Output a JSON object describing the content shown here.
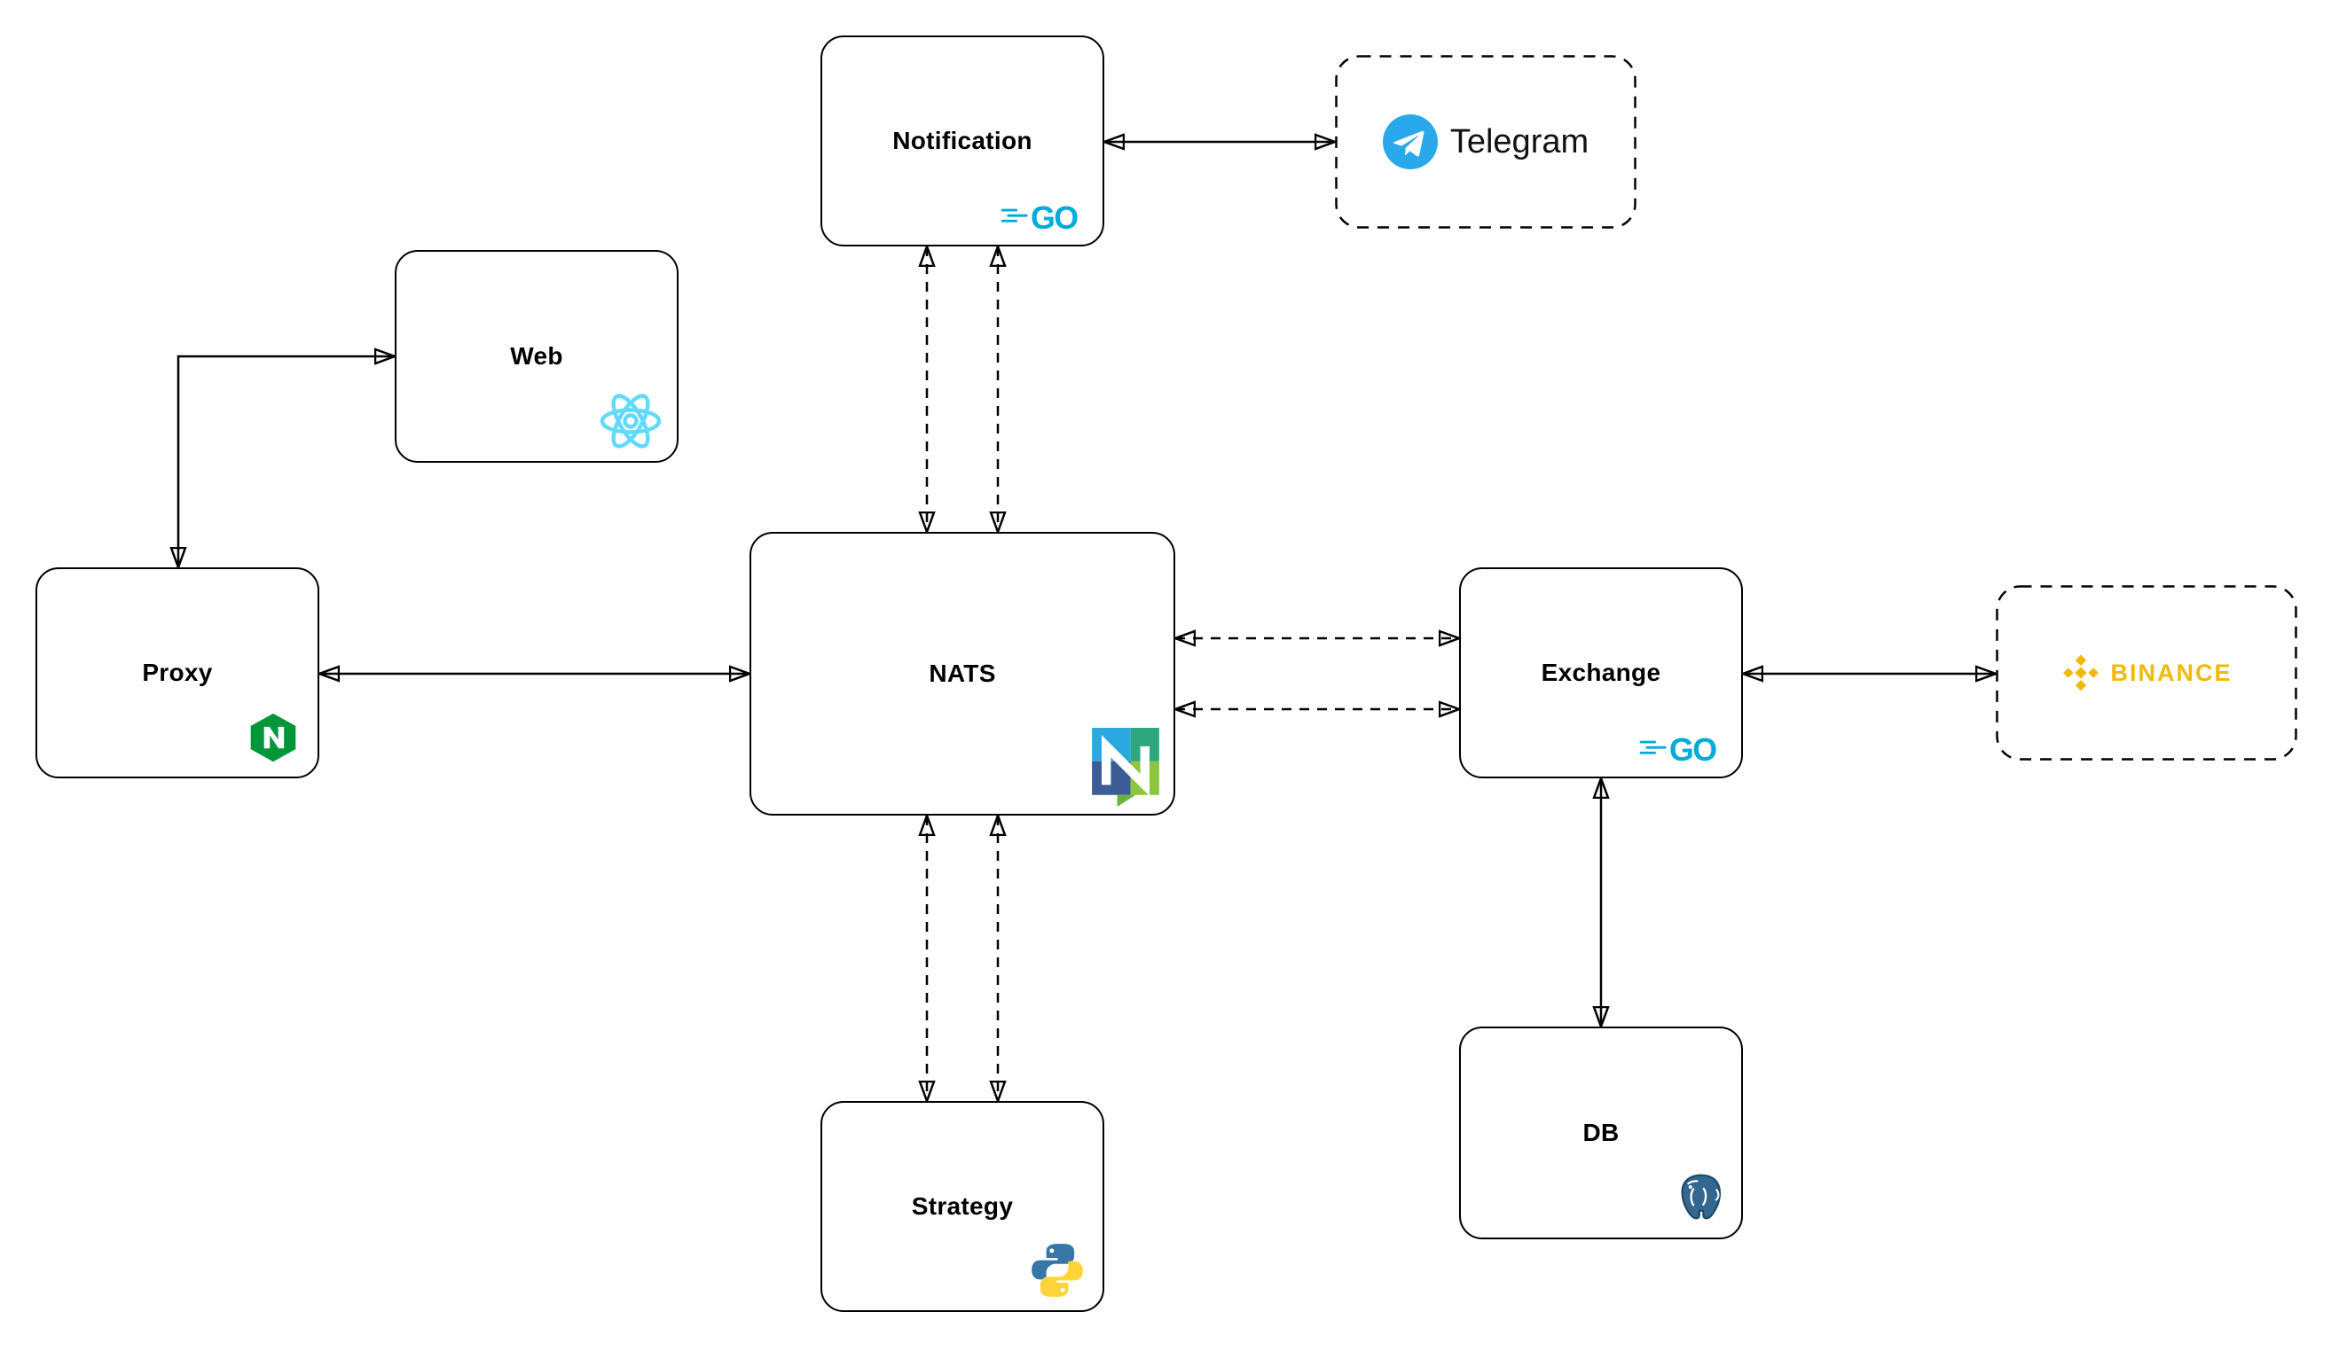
{
  "diagram": {
    "background": "#ffffff",
    "line_color": "#000000",
    "nodes": {
      "notification": {
        "label": "Notification",
        "icon": "go-icon",
        "border": "solid"
      },
      "telegram": {
        "label": "Telegram",
        "icon": "telegram-icon",
        "border": "dashed"
      },
      "web": {
        "label": "Web",
        "icon": "react-icon",
        "border": "solid"
      },
      "proxy": {
        "label": "Proxy",
        "icon": "nginx-icon",
        "border": "solid"
      },
      "nats": {
        "label": "NATS",
        "icon": "nats-icon",
        "border": "solid"
      },
      "exchange": {
        "label": "Exchange",
        "icon": "go-icon",
        "border": "solid"
      },
      "binance": {
        "label": "BINANCE",
        "icon": "binance-icon",
        "border": "dashed"
      },
      "strategy": {
        "label": "Strategy",
        "icon": "python-icon",
        "border": "solid"
      },
      "db": {
        "label": "DB",
        "icon": "postgresql-icon",
        "border": "solid"
      }
    },
    "edges": [
      {
        "from": "Notification",
        "to": "Telegram",
        "style": "solid",
        "arrows": "both",
        "lines": 1
      },
      {
        "from": "Notification",
        "to": "NATS",
        "style": "dashed",
        "arrows": "both",
        "lines": 2
      },
      {
        "from": "Web",
        "to": "Proxy",
        "style": "solid",
        "arrows": "both",
        "lines": 1,
        "shape": "elbow"
      },
      {
        "from": "Proxy",
        "to": "NATS",
        "style": "solid",
        "arrows": "both",
        "lines": 1
      },
      {
        "from": "NATS",
        "to": "Exchange",
        "style": "dashed",
        "arrows": "both",
        "lines": 2
      },
      {
        "from": "Exchange",
        "to": "BINANCE",
        "style": "solid",
        "arrows": "both",
        "lines": 1
      },
      {
        "from": "Exchange",
        "to": "DB",
        "style": "solid",
        "arrows": "both",
        "lines": 1
      },
      {
        "from": "NATS",
        "to": "Strategy",
        "style": "dashed",
        "arrows": "both",
        "lines": 2
      }
    ],
    "brand_colors": {
      "go": "#00ACD7",
      "react": "#61DAFB",
      "nginx": "#009639",
      "nats_blue": "#2CA9E1",
      "nats_teal": "#2FA77D",
      "nats_dark_blue": "#3B5C94",
      "nats_light_green": "#8CC63F",
      "nats_tail_green": "#6CB33E",
      "python_blue": "#3876A5",
      "python_yellow": "#FFD43B",
      "postgresql_blue": "#336791",
      "telegram_blue": "#29A9EB",
      "binance_gold": "#F0B90B"
    }
  }
}
